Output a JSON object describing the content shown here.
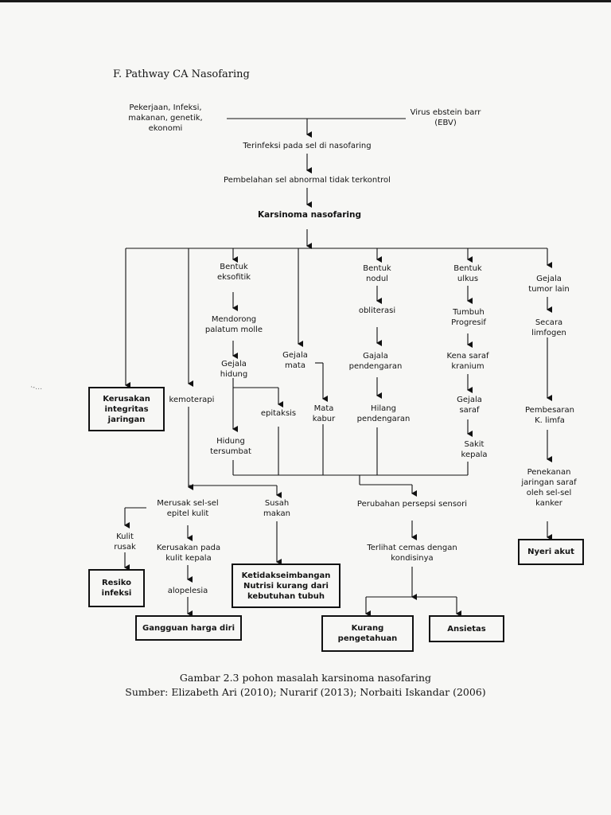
{
  "heading": "F. Pathway CA Nasofaring",
  "nodes": {
    "causes": "Pekerjaan, Infeksi,\nmakanan, genetik,\nekonomi",
    "virus": "Virus ebstein barr\n(EBV)",
    "infected": "Terinfeksi pada sel di nasofaring",
    "division": "Pembelahan sel abnormal tidak terkontrol",
    "carcinoma": "Karsinoma nasofaring",
    "exo": "Bentuk\neksofitik",
    "palatum": "Mendorong\npalatum molle",
    "nasal_sym": "Gejala\nhidung",
    "epistaxis": "epitaksis",
    "blocked": "Hidung\ntersumbat",
    "eye_sym": "Gejala\nmata",
    "blurry": "Mata\nkabur",
    "nodule": "Bentuk\nnodul",
    "oblit": "obliterasi",
    "ear_sym": "Gajala\npendengaran",
    "hearing_loss": "Hilang\npendengaran",
    "ulcer": "Bentuk\nulkus",
    "progressive": "Tumbuh\nProgresif",
    "cranial": "Kena saraf\nkranium",
    "nerve_sym": "Gejala\nsaraf",
    "headache": "Sakit\nkepala",
    "other_tumor": "Gejala\ntumor lain",
    "lymphogen": "Secara\nlimfogen",
    "enlarge": "Pembesaran\nK. limfa",
    "compress": "Penekanan\njaringan saraf\noleh sel-sel\nkanker",
    "chemo": "kemoterapi",
    "damage_cells": "Merusak sel-sel\nepitel kulit",
    "rough_skin": "Kulit\nrusak",
    "scalp": "Kerusakan pada\nkulit kepala",
    "alopecia": "alopelesia",
    "hard_eat": "Susah\nmakan",
    "perception": "Perubahan persepsi sensori",
    "anxious_look": "Terlihat cemas dengan\nkondisinya"
  },
  "boxes": {
    "tissue": "Kerusakan\nintegritas\njaringan",
    "infection": "Resiko\ninfeksi",
    "self_esteem": "Gangguan harga diri",
    "nutrition": "Ketidakseimbangan\nNutrisi kurang dari\nkebutuhan tubuh",
    "knowledge": "Kurang\npengetahuan",
    "anxiety": "Ansietas",
    "pain": "Nyeri akut"
  },
  "caption": {
    "line1": "Gambar 2.3 pohon masalah karsinoma nasofaring",
    "line2": "Sumber: Elizabeth Ari (2010); Nurarif (2013); Norbaiti Iskandar (2006)"
  },
  "margin_mark": "·-…"
}
